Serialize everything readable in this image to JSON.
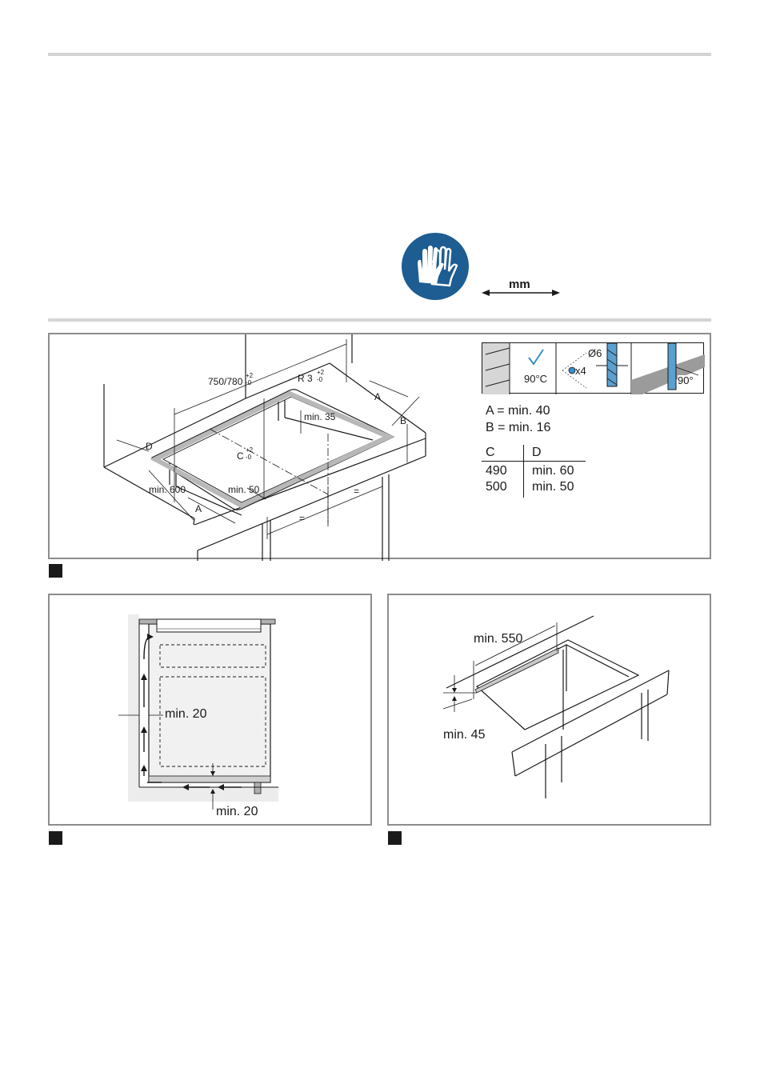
{
  "symbols": {
    "gloves_icon": "protective-gloves-icon",
    "gloves_color": "#1d5d92",
    "unit_label": "mm"
  },
  "figure1": {
    "dim_width": "750/780",
    "dim_width_tol_top": "+2",
    "dim_width_tol_bottom": "-0",
    "dim_radius": "R 3",
    "dim_radius_tol_top": "+2",
    "dim_radius_tol_bottom": "-0",
    "dim_c": "C",
    "dim_c_tol_top": "+2",
    "dim_c_tol_bottom": "-0",
    "label_a_top": "A",
    "label_a_bottom": "A",
    "label_b": "B",
    "label_d": "D",
    "min35": "min. 35",
    "min600": "min. 600",
    "min50": "min. 50",
    "equal_left": "=",
    "equal_right": "=",
    "strip_temp": "90°C",
    "strip_drill": "Ø6",
    "strip_count": "x4",
    "strip_angle": "90°",
    "a_rule": "A = min. 40",
    "b_rule": "B = min. 16",
    "table": {
      "headers": [
        "C",
        "D"
      ],
      "rows": [
        [
          "490",
          "min. 60"
        ],
        [
          "500",
          "min. 50"
        ]
      ]
    }
  },
  "figure2": {
    "min20_side": "min. 20",
    "min20_bottom": "min. 20"
  },
  "figure3": {
    "min550": "min. 550",
    "min45": "min. 45"
  }
}
